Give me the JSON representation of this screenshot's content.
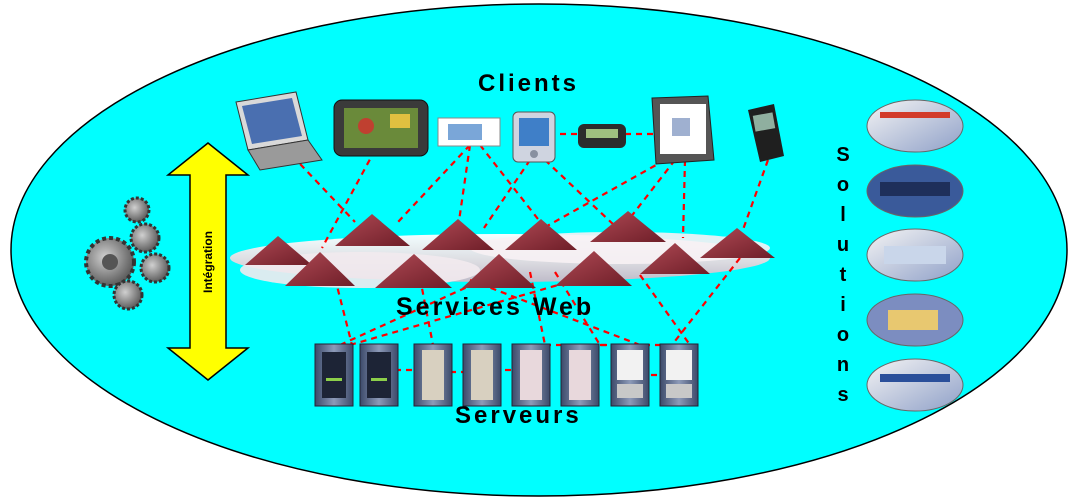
{
  "labels": {
    "clients": "Clients",
    "services_web": "Services Web",
    "serveurs": "Serveurs",
    "integration": "Intégration",
    "solutions_letters": [
      "S",
      "o",
      "l",
      "u",
      "t",
      "i",
      "o",
      "n",
      "s"
    ]
  },
  "colors": {
    "ellipse_fill": "#00ffff",
    "ellipse_stroke": "#000000",
    "arrow_fill": "#ffff00",
    "triangle_fill": "#8e2a34",
    "connector": "#ff0000",
    "server_body": "#6f7f9f"
  },
  "icons": {
    "clients": [
      "laptop-icon",
      "tablet-pc-icon",
      "smart-card-icon",
      "pda-icon",
      "pager-icon",
      "webpad-icon",
      "mobile-phone-icon"
    ],
    "services": "web-service-triangle-icon",
    "servers": "server-rack-icon",
    "solutions": "solution-screenshot-icon",
    "integration": "gears-icon"
  }
}
